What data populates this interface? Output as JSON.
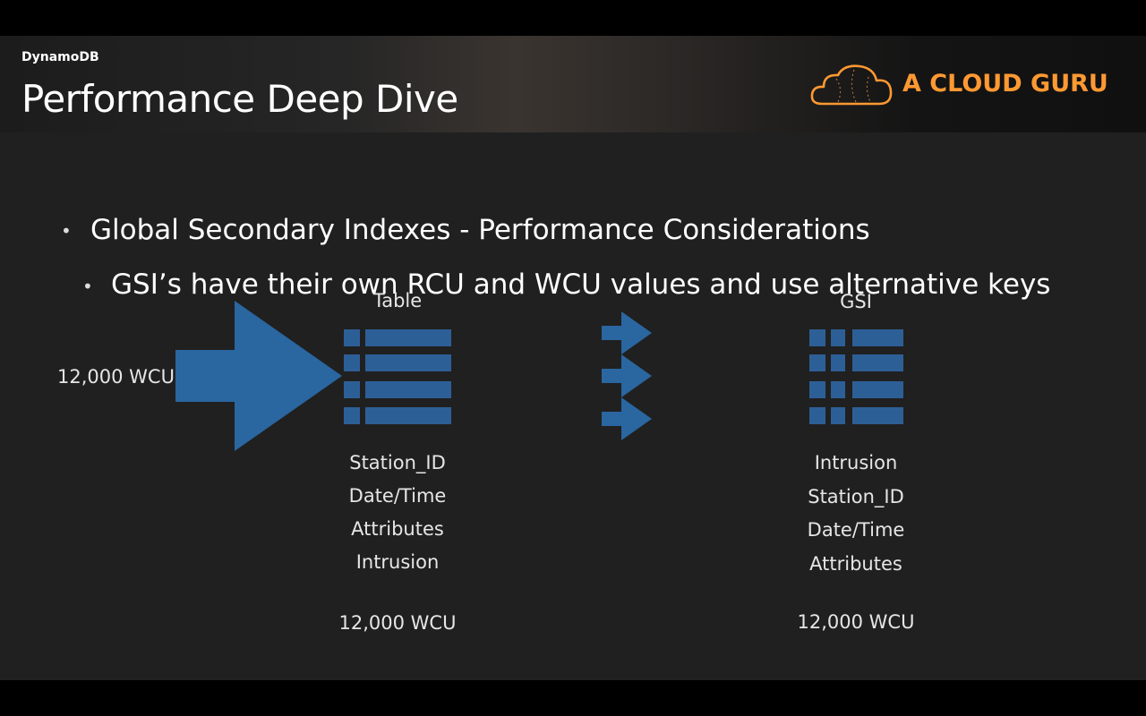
{
  "header": {
    "section": "DynamoDB",
    "title": "Performance Deep Dive",
    "brand": "A CLOUD GURU"
  },
  "bullets": [
    "Global Secondary Indexes - Performance Considerations",
    "GSI’s have their own RCU and WCU values and use alternative keys"
  ],
  "diagram": {
    "incoming_wcu": "12,000 WCU",
    "table": {
      "label": "Table",
      "attributes": [
        "Station_ID",
        "Date/Time",
        "Attributes",
        "Intrusion"
      ],
      "wcu": "12,000 WCU"
    },
    "gsi": {
      "label": "GSI",
      "attributes": [
        "Intrusion",
        "Station_ID",
        "Date/Time",
        "Attributes"
      ],
      "wcu": "12,000 WCU"
    }
  },
  "colors": {
    "accent": "#2a66a0",
    "brand": "#ff9932",
    "background": "#202020"
  },
  "icons": {
    "logo": "cloud-logo-icon",
    "big_arrow": "right-arrow-icon",
    "replication_arrows": "right-arrow-icon",
    "table": "table-grid-icon"
  }
}
